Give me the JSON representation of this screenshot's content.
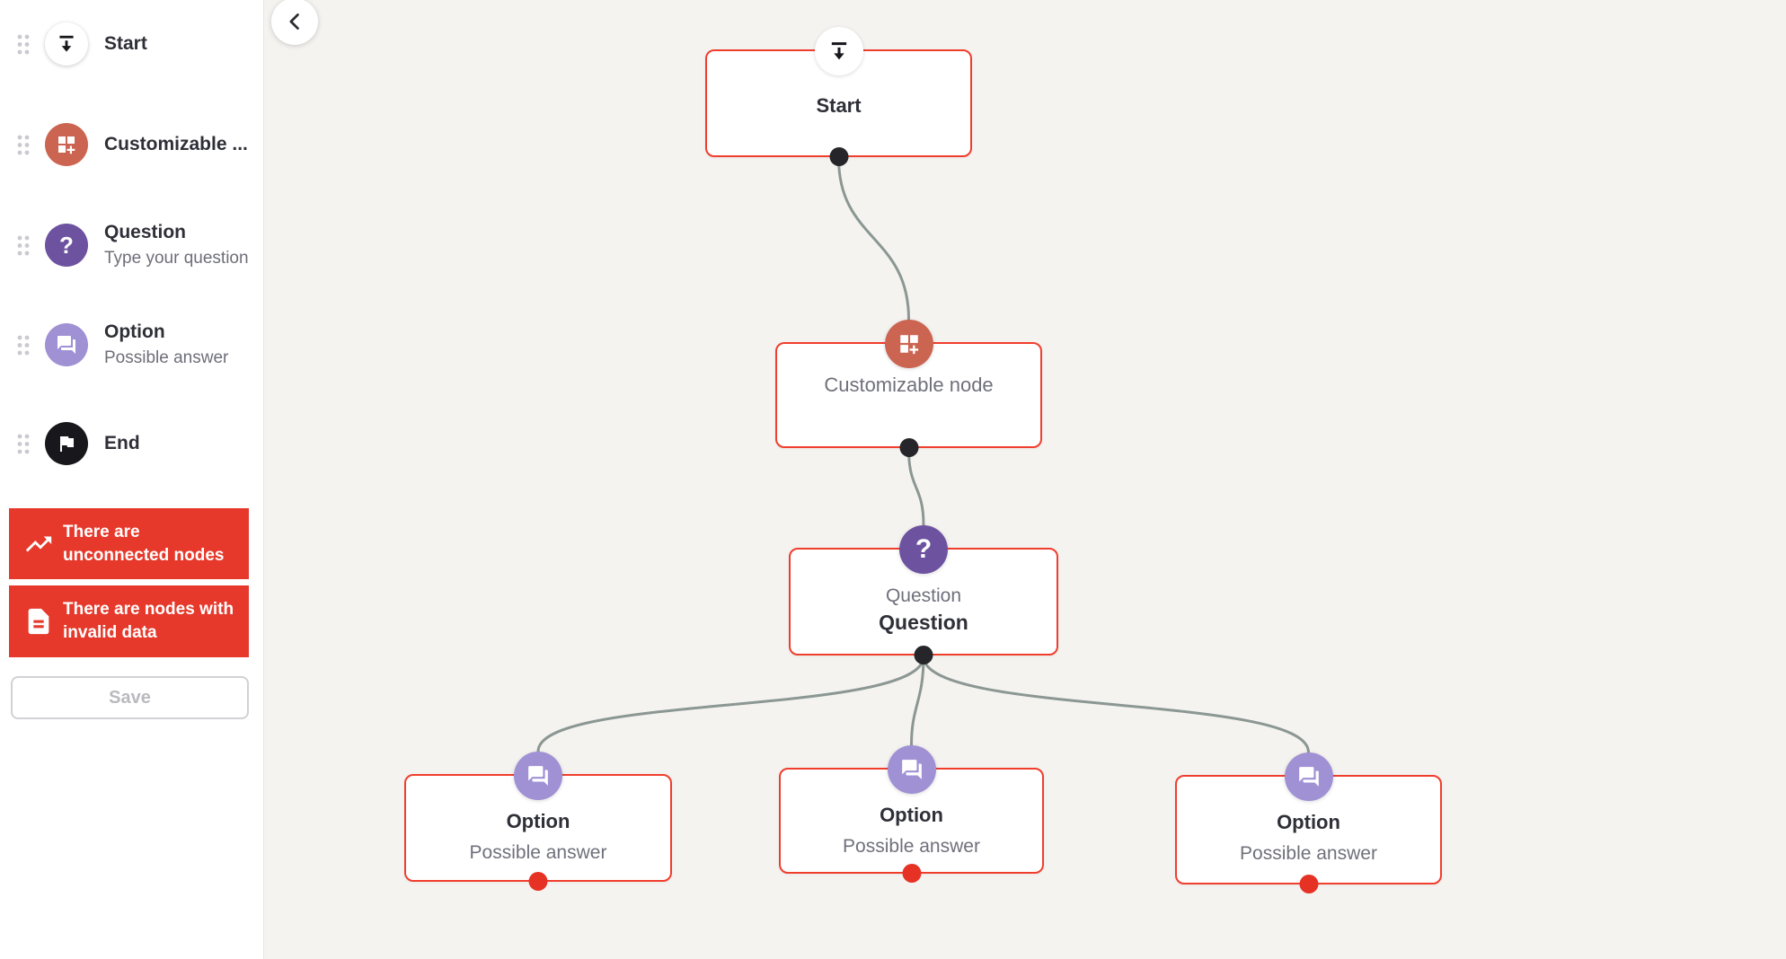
{
  "colors": {
    "canvas_bg": "#f5f3f0",
    "sidebar_bg": "#ffffff",
    "alert_red": "#e6392b",
    "node_border_red": "#f03e2d",
    "badge_terracotta": "#cb6551",
    "badge_purple": "#6d52a0",
    "badge_light_purple": "#a090d4",
    "badge_black": "#17171c",
    "edge_gray": "#8b9793",
    "port_dark": "#25252a",
    "port_red": "#e63225",
    "text_dark": "#2f2f38",
    "text_gray": "#70707c"
  },
  "glyphs": {
    "question_mark": "?"
  },
  "sidebar": {
    "items": [
      {
        "label": "Start",
        "icon": "vertical-align-bottom-icon"
      },
      {
        "label": "Customizable ...",
        "icon": "dashboard-customize-icon"
      },
      {
        "label": "Question",
        "subtitle": "Type your question",
        "icon": "question-mark-icon"
      },
      {
        "label": "Option",
        "subtitle": "Possible answer",
        "icon": "chat-bubbles-icon"
      },
      {
        "label": "End",
        "icon": "flag-icon"
      }
    ],
    "warnings": [
      {
        "text": "There are unconnected nodes",
        "icon": "trending-up-icon"
      },
      {
        "text": "There are nodes with invalid data",
        "icon": "document-icon"
      }
    ],
    "save_button": {
      "label": "Save",
      "state": "disabled"
    }
  },
  "canvas": {
    "back_button_icon": "chevron-left-icon",
    "nodes": {
      "start": {
        "title": "Start"
      },
      "customizable": {
        "title": "Customizable node"
      },
      "question": {
        "type_label": "Question",
        "title": "Question"
      },
      "option1": {
        "title": "Option",
        "subtitle": "Possible answer"
      },
      "option2": {
        "title": "Option",
        "subtitle": "Possible answer"
      },
      "option3": {
        "title": "Option",
        "subtitle": "Possible answer"
      }
    }
  }
}
